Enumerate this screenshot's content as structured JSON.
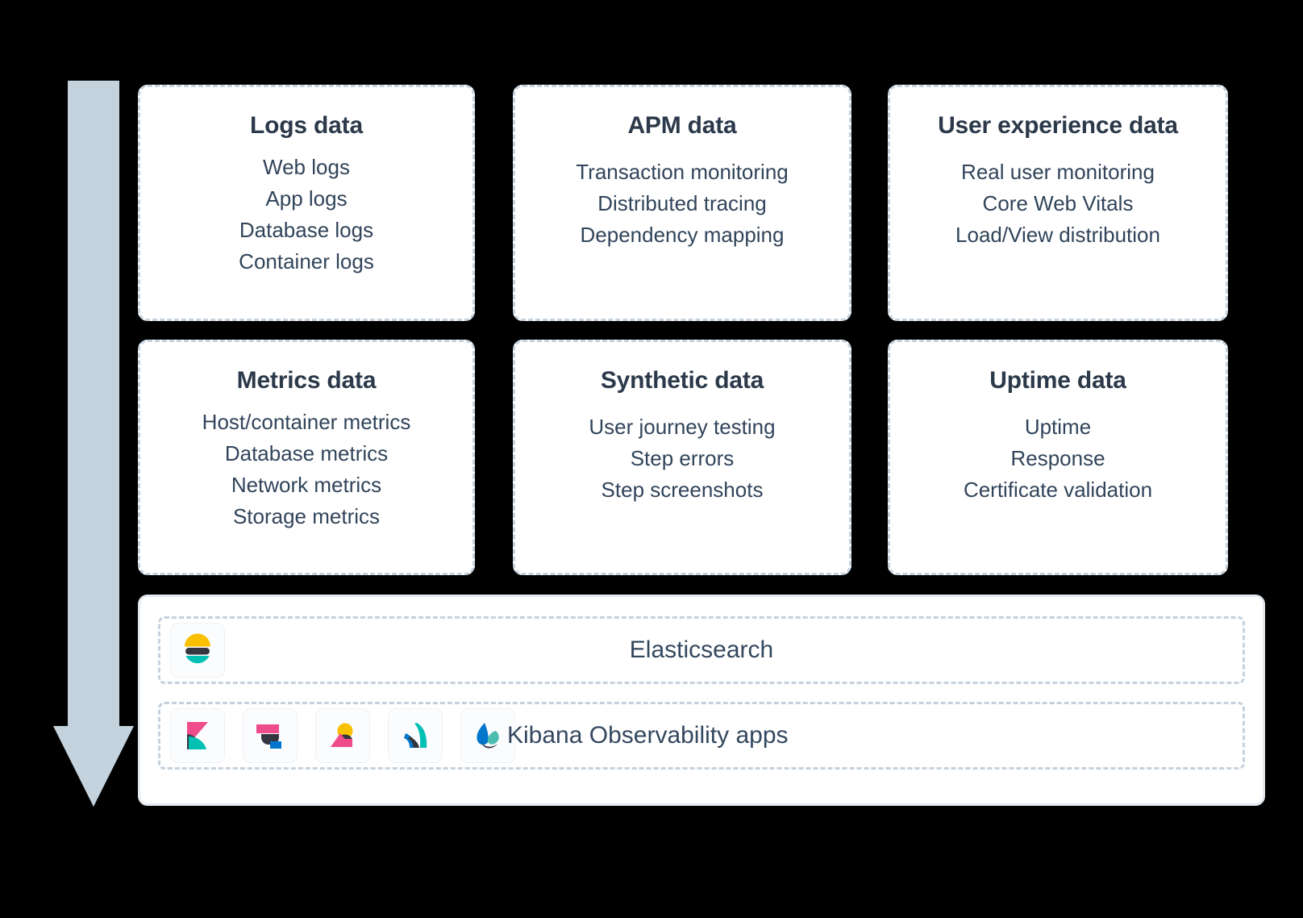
{
  "diagram": {
    "flow_arrow": {
      "name": "downward-flow-arrow",
      "color": "#c3d2dd",
      "direction": "down"
    },
    "cards": [
      {
        "title": "Logs data",
        "items": [
          "Web logs",
          "App logs",
          "Database logs",
          "Container logs"
        ]
      },
      {
        "title": "APM data",
        "items": [
          "Transaction monitoring",
          "Distributed tracing",
          "Dependency mapping"
        ]
      },
      {
        "title": "User experience data",
        "items": [
          "Real user monitoring",
          "Core Web Vitals",
          "Load/View distribution"
        ]
      },
      {
        "title": "Metrics data",
        "items": [
          "Host/container metrics",
          "Database metrics",
          "Network metrics",
          "Storage metrics"
        ]
      },
      {
        "title": "Synthetic data",
        "items": [
          "User journey testing",
          "Step errors",
          "Step screenshots"
        ]
      },
      {
        "title": "Uptime data",
        "items": [
          "Uptime",
          "Response",
          "Certificate validation"
        ]
      }
    ],
    "platform": {
      "storage_row": {
        "label": "Elasticsearch",
        "icon": "elasticsearch-logo-icon"
      },
      "apps_row": {
        "label": "Kibana Observability apps",
        "icons": [
          "kibana-logo-icon",
          "logs-app-icon",
          "metrics-app-icon",
          "apm-app-icon",
          "uptime-app-icon"
        ]
      }
    },
    "colors": {
      "background": "#000000",
      "card_background": "#ffffff",
      "card_border": "#c5d2de",
      "panel_border": "#e3e9ef",
      "title_text": "#2b394a",
      "body_text": "#31445a",
      "arrow": "#c3d2dd",
      "elastic_yellow": "#f9c000",
      "elastic_teal": "#00bfb3",
      "elastic_navy": "#343741",
      "elastic_pink": "#ee4c8b",
      "elastic_blue": "#0077cc",
      "elastic_green_teal": "#4dbdb0"
    }
  }
}
